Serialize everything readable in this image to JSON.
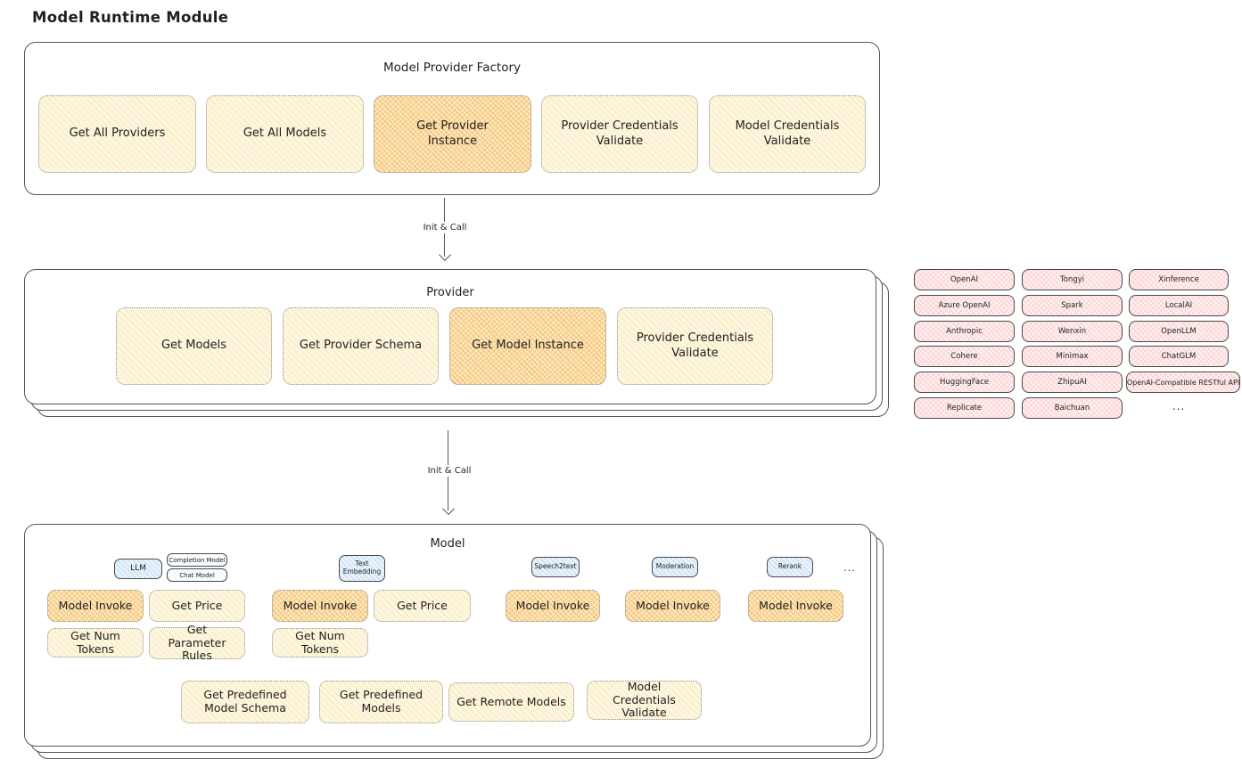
{
  "diagram_title": "Model Runtime Module",
  "factory": {
    "title": "Model Provider Factory",
    "items": [
      {
        "label": "Get All Providers",
        "highlighted": false
      },
      {
        "label": "Get All Models",
        "highlighted": false
      },
      {
        "label": "Get Provider Instance",
        "highlighted": true
      },
      {
        "label": "Provider Credentials Validate",
        "highlighted": false
      },
      {
        "label": "Model Credentials Validate",
        "highlighted": false
      }
    ]
  },
  "arrows": [
    {
      "label": "Init & Call"
    },
    {
      "label": "Init & Call"
    }
  ],
  "provider": {
    "title": "Provider",
    "items": [
      {
        "label": "Get Models",
        "highlighted": false
      },
      {
        "label": "Get Provider Schema",
        "highlighted": false
      },
      {
        "label": "Get Model Instance",
        "highlighted": true
      },
      {
        "label": "Provider Credentials Validate",
        "highlighted": false
      }
    ]
  },
  "provider_chips": {
    "column_1": [
      "OpenAI",
      "Azure OpenAI",
      "Anthropic",
      "Cohere",
      "HuggingFace",
      "Replicate"
    ],
    "column_2": [
      "Tongyi",
      "Spark",
      "Wenxin",
      "Minimax",
      "ZhipuAI",
      "Baichuan"
    ],
    "column_3": [
      "Xinference",
      "LocalAI",
      "OpenLLM",
      "ChatGLM",
      "OpenAI-Compatible RESTful API"
    ],
    "more": "..."
  },
  "model": {
    "title": "Model",
    "tags": {
      "llm": "LLM",
      "completion_model": "Completion Model",
      "chat_model": "Chat Model",
      "text_embedding": "Text Embedding",
      "speech2text": "Speech2text",
      "moderation": "Moderation",
      "rerank": "Rerank"
    },
    "more": "...",
    "llm_items": [
      "Model Invoke",
      "Get Price",
      "Get Num Tokens",
      "Get Parameter Rules"
    ],
    "text_embedding_items": [
      "Model Invoke",
      "Get Price",
      "Get Num Tokens"
    ],
    "speech2text_items": [
      "Model Invoke"
    ],
    "moderation_items": [
      "Model Invoke"
    ],
    "rerank_items": [
      "Model Invoke"
    ],
    "bottom_items": [
      "Get Predefined Model Schema",
      "Get Predefined Models",
      "Get Remote Models",
      "Model Credentials Validate"
    ]
  },
  "colors": {
    "box_yellow": "#fcf7e3",
    "box_yellow_hatch": "#facd60",
    "box_orange": "#fbe9c3",
    "box_orange_hatch": "#f39c26",
    "chip_pink": "#fdf1f1",
    "chip_pink_hatch": "#ff7878",
    "tag_blue": "#e9f3fb",
    "tag_blue_hatch": "#6ea5dc",
    "frame_border": "#55575a",
    "text": "#1f1f1f"
  }
}
